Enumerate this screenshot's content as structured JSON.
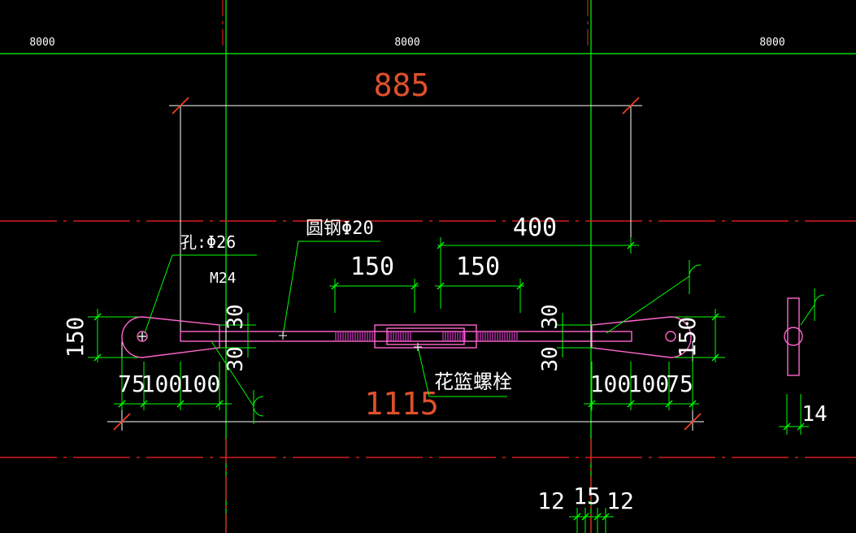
{
  "colors": {
    "background": "#000000",
    "axis_green": "#00ff00",
    "axis_red": "#ff2020",
    "dim_red_text": "#e0502a",
    "part_pink": "#ff66cc",
    "text_white": "#ffffff",
    "hatch_magenta": "#ff44ee"
  },
  "grid_labels": {
    "left_span": "8000",
    "middle_span": "8000",
    "right_span": "8000"
  },
  "overall_dims": {
    "top_width": "885",
    "bottom_width": "1115"
  },
  "annotations": {
    "hole": "孔:Φ26",
    "bolt": "M24",
    "round_steel": "圆钢Φ20",
    "turnbuckle": "花篮螺栓"
  },
  "dimensions": {
    "right_span": "400",
    "turnbuckle_left": "150",
    "turnbuckle_right": "150",
    "plate_height_left": "150",
    "plate_height_right": "150",
    "offset_top_left": "30",
    "offset_bottom_left": "30",
    "offset_top_right": "30",
    "offset_bottom_right": "30",
    "left_chain": [
      "75",
      "100",
      "100"
    ],
    "right_chain": [
      "100",
      "100",
      "75"
    ],
    "plate_thickness": "14",
    "bottom_chain": [
      "12",
      "15",
      "12"
    ]
  }
}
